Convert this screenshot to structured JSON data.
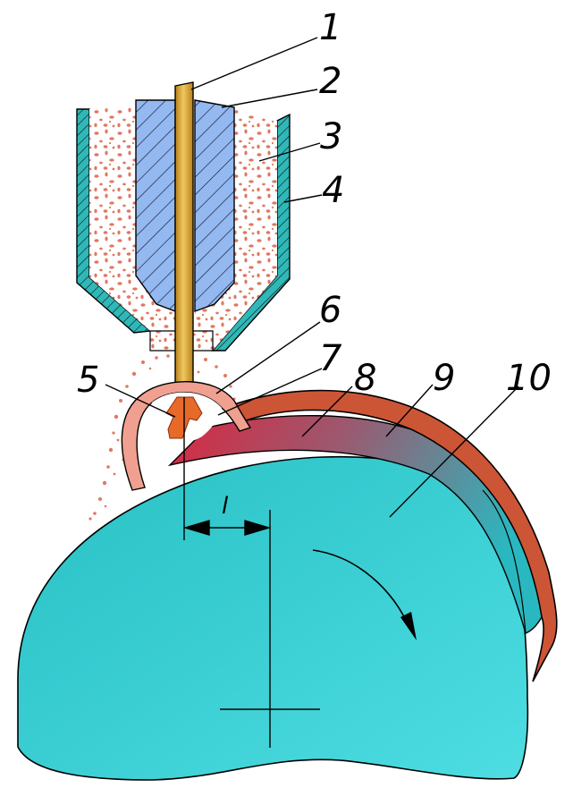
{
  "diagram": {
    "labels": [
      "1",
      "2",
      "3",
      "4",
      "5",
      "6",
      "7",
      "8",
      "9",
      "10"
    ],
    "dimension_label": "l"
  },
  "colors": {
    "workpiece": "#2EC8C8",
    "deposit_layer": "#CC5533",
    "heated_zone": "#D03040",
    "electrode": "#D8A020",
    "insert": "#90B4F0",
    "flux_particles": "#E07860",
    "arc_flame": "#E06020",
    "nozzle_wall": "#2AB0B0"
  }
}
